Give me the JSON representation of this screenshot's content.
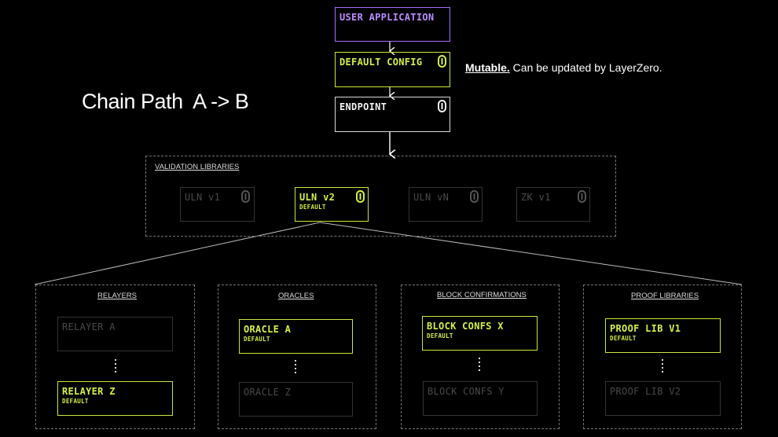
{
  "title": "Chain Path  A -> B",
  "note": {
    "strong": "Mutable.",
    "rest": " Can be updated by LayerZero."
  },
  "stack": {
    "user_application": "USER APPLICATION",
    "default_config": "DEFAULT CONFIG",
    "endpoint": "ENDPOINT"
  },
  "validation": {
    "title": "VALIDATION LIBRARIES",
    "items": [
      {
        "label": "ULN v1",
        "sub": "",
        "active": false
      },
      {
        "label": "ULN v2",
        "sub": "DEFAULT",
        "active": true
      },
      {
        "label": "ULN vN",
        "sub": "",
        "active": false
      },
      {
        "label": "ZK v1",
        "sub": "",
        "active": false
      }
    ]
  },
  "panels": [
    {
      "title": "RELAYERS",
      "top": {
        "label": "RELAYER A",
        "sub": "",
        "active": false
      },
      "bottom": {
        "label": "RELAYER Z",
        "sub": "DEFAULT",
        "active": true
      }
    },
    {
      "title": "ORACLES",
      "top": {
        "label": "ORACLE A",
        "sub": "DEFAULT",
        "active": true
      },
      "bottom": {
        "label": "ORACLE Z",
        "sub": "",
        "active": false
      }
    },
    {
      "title": "BLOCK CONFIRMATIONS",
      "top": {
        "label": "BLOCK CONFS X",
        "sub": "DEFAULT",
        "active": true
      },
      "bottom": {
        "label": "BLOCK CONFS Y",
        "sub": "",
        "active": false
      }
    },
    {
      "title": "PROOF LIBRARIES",
      "top": {
        "label": "PROOF LIB V1",
        "sub": "DEFAULT",
        "active": true
      },
      "bottom": {
        "label": "PROOF LIB V2",
        "sub": "",
        "active": false
      }
    }
  ],
  "colors": {
    "accent": "#d4f048",
    "purple": "#b98cff",
    "dim": "#4a4a4a"
  }
}
